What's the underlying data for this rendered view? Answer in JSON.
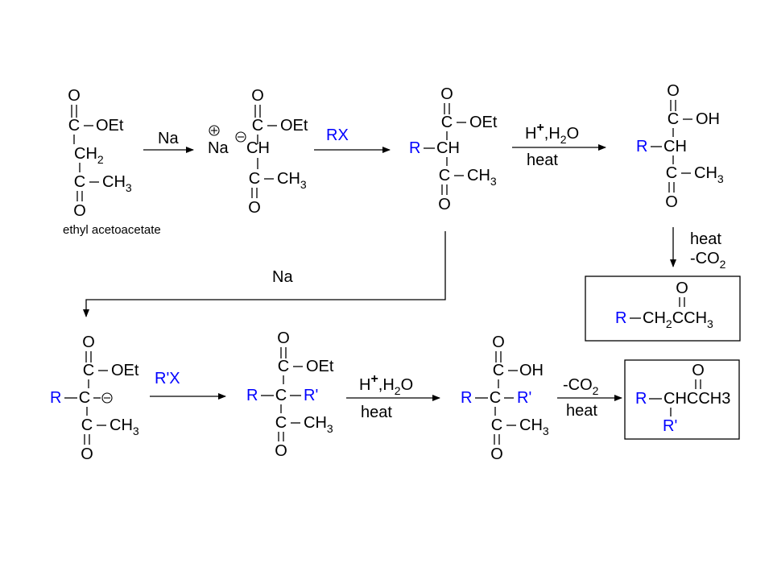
{
  "colors": {
    "black": "#000000",
    "blue": "#0000ff"
  },
  "labels": {
    "o": "O",
    "c": "C",
    "oet": "OEt",
    "oh": "OH",
    "ch": "CH",
    "ch2": "CH",
    "ch3": "CH",
    "sub2": "2",
    "sub3": "3",
    "r": "R",
    "r_prime": "R'",
    "na": "Na",
    "minus": "−",
    "plus": "+",
    "ethyl_acetoacetate": "ethyl acetoacetate"
  },
  "reagents": {
    "na_top": "Na",
    "rx": "RX",
    "h_plus": "H",
    "comma_h2o": ",H",
    "sub_2": "2",
    "o_tail": "O",
    "heat": "heat",
    "decarb_heat": "heat",
    "decarb_co2": "-CO",
    "na_bottom": "Na",
    "r_prime_x": "R'X"
  },
  "products": {
    "mono_frag1": "CH",
    "mono_frag2": "CCH",
    "di_frag": "CHCCH3"
  }
}
